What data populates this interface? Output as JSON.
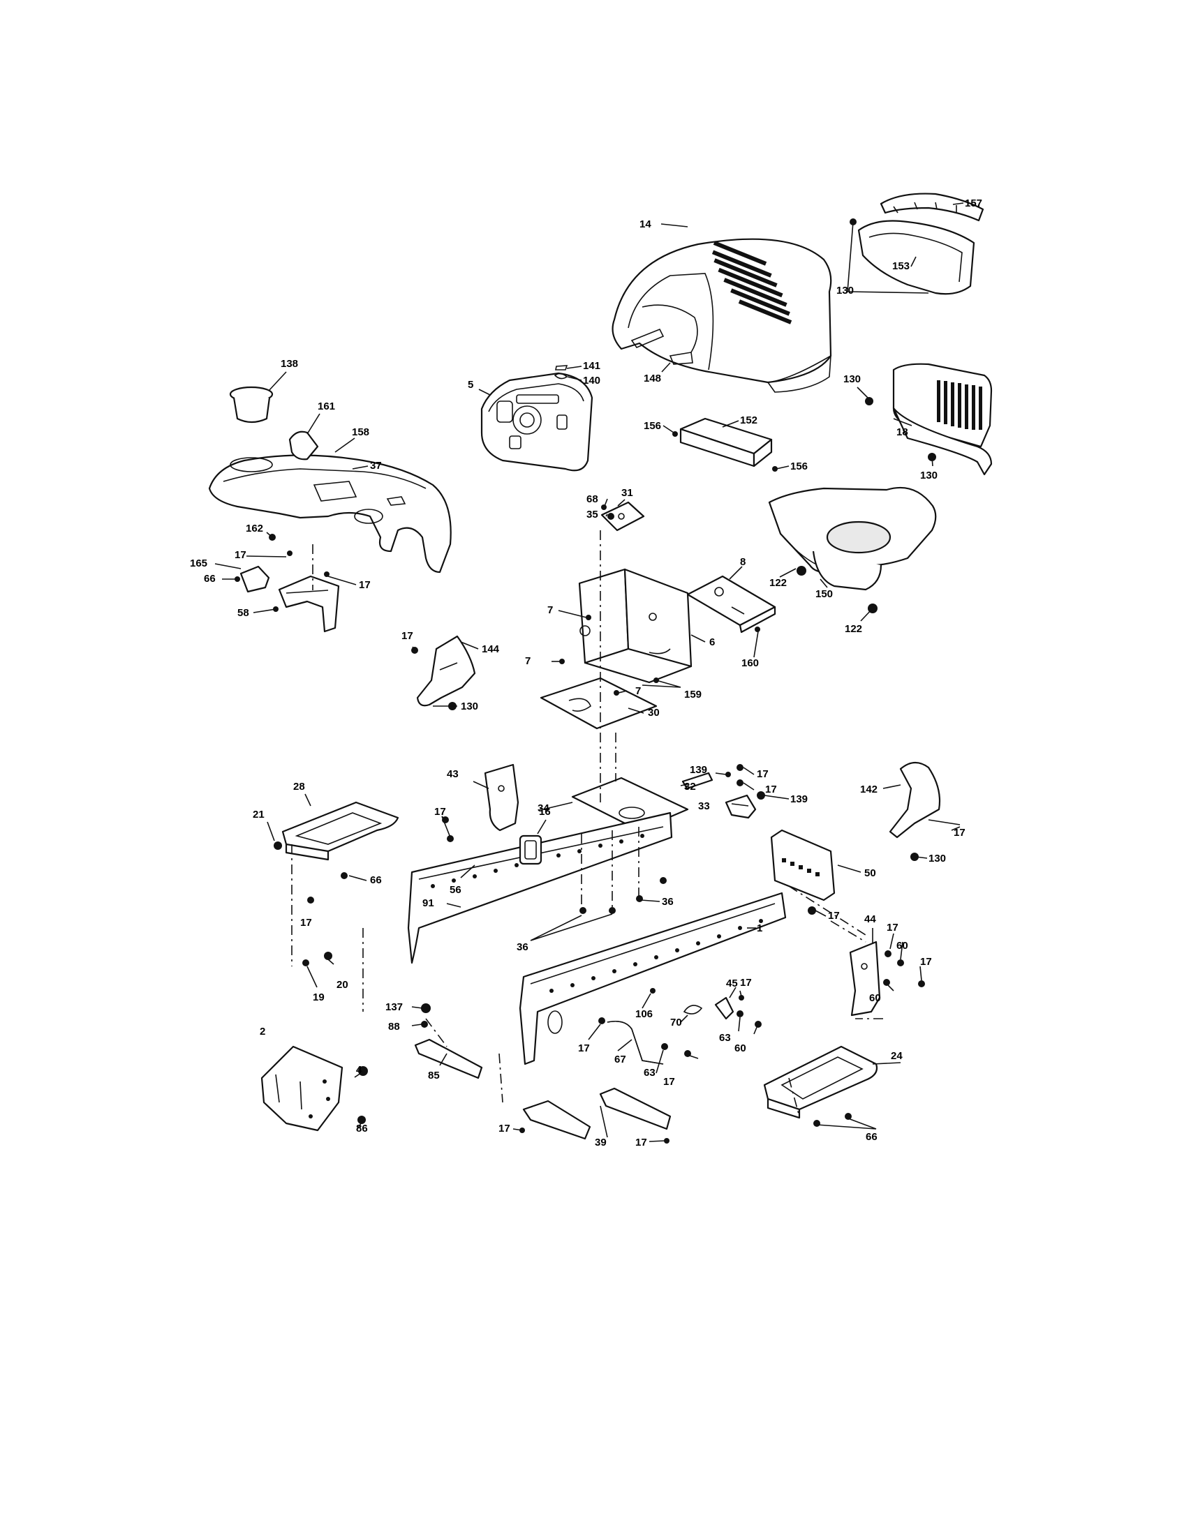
{
  "diagram": {
    "type": "exploded parts diagram",
    "callouts": [
      {
        "id": "c157",
        "text": "157"
      },
      {
        "id": "c14",
        "text": "14"
      },
      {
        "id": "c153",
        "text": "153"
      },
      {
        "id": "c130a",
        "text": "130"
      },
      {
        "id": "c138",
        "text": "138"
      },
      {
        "id": "c141",
        "text": "141"
      },
      {
        "id": "c140",
        "text": "140"
      },
      {
        "id": "c5",
        "text": "5"
      },
      {
        "id": "c148",
        "text": "148"
      },
      {
        "id": "c130b",
        "text": "130"
      },
      {
        "id": "c161",
        "text": "161"
      },
      {
        "id": "c158",
        "text": "158"
      },
      {
        "id": "c152",
        "text": "152"
      },
      {
        "id": "c156a",
        "text": "156"
      },
      {
        "id": "c18",
        "text": "18"
      },
      {
        "id": "c37",
        "text": "37"
      },
      {
        "id": "c156b",
        "text": "156"
      },
      {
        "id": "c130c",
        "text": "130"
      },
      {
        "id": "c68",
        "text": "68"
      },
      {
        "id": "c31",
        "text": "31"
      },
      {
        "id": "c35",
        "text": "35"
      },
      {
        "id": "c162",
        "text": "162"
      },
      {
        "id": "c17a",
        "text": "17"
      },
      {
        "id": "c165",
        "text": "165"
      },
      {
        "id": "c66a",
        "text": "66"
      },
      {
        "id": "c17b",
        "text": "17"
      },
      {
        "id": "c8",
        "text": "8"
      },
      {
        "id": "c122a",
        "text": "122"
      },
      {
        "id": "c150",
        "text": "150"
      },
      {
        "id": "c58",
        "text": "58"
      },
      {
        "id": "c7a",
        "text": "7"
      },
      {
        "id": "c122b",
        "text": "122"
      },
      {
        "id": "c17c",
        "text": "17"
      },
      {
        "id": "c144",
        "text": "144"
      },
      {
        "id": "c6",
        "text": "6"
      },
      {
        "id": "c160",
        "text": "160"
      },
      {
        "id": "c7b",
        "text": "7"
      },
      {
        "id": "c159",
        "text": "159"
      },
      {
        "id": "c7c",
        "text": "7"
      },
      {
        "id": "c130d",
        "text": "130"
      },
      {
        "id": "c30",
        "text": "30"
      },
      {
        "id": "c139a",
        "text": "139"
      },
      {
        "id": "c17d",
        "text": "17"
      },
      {
        "id": "c43",
        "text": "43"
      },
      {
        "id": "c32",
        "text": "32"
      },
      {
        "id": "c17e",
        "text": "17"
      },
      {
        "id": "c34",
        "text": "34"
      },
      {
        "id": "c33",
        "text": "33"
      },
      {
        "id": "c139b",
        "text": "139"
      },
      {
        "id": "c142",
        "text": "142"
      },
      {
        "id": "c28",
        "text": "28"
      },
      {
        "id": "c16",
        "text": "16"
      },
      {
        "id": "c21",
        "text": "21"
      },
      {
        "id": "c17f",
        "text": "17"
      },
      {
        "id": "c17g",
        "text": "17"
      },
      {
        "id": "c56",
        "text": "56"
      },
      {
        "id": "c66b",
        "text": "66"
      },
      {
        "id": "c130e",
        "text": "130"
      },
      {
        "id": "c50",
        "text": "50"
      },
      {
        "id": "c91",
        "text": "91"
      },
      {
        "id": "c36a",
        "text": "36"
      },
      {
        "id": "c17h",
        "text": "17"
      },
      {
        "id": "c17i",
        "text": "17"
      },
      {
        "id": "c44",
        "text": "44"
      },
      {
        "id": "c17j",
        "text": "17"
      },
      {
        "id": "c1",
        "text": "1"
      },
      {
        "id": "c60a",
        "text": "60"
      },
      {
        "id": "c36b",
        "text": "36"
      },
      {
        "id": "c20",
        "text": "20"
      },
      {
        "id": "c17k",
        "text": "17"
      },
      {
        "id": "c45",
        "text": "45"
      },
      {
        "id": "c17l",
        "text": "17"
      },
      {
        "id": "c19",
        "text": "19"
      },
      {
        "id": "c60b",
        "text": "60"
      },
      {
        "id": "c137",
        "text": "137"
      },
      {
        "id": "c106",
        "text": "106"
      },
      {
        "id": "c70",
        "text": "70"
      },
      {
        "id": "c2",
        "text": "2"
      },
      {
        "id": "c88",
        "text": "88"
      },
      {
        "id": "c63a",
        "text": "63"
      },
      {
        "id": "c60c",
        "text": "60"
      },
      {
        "id": "c17m",
        "text": "17"
      },
      {
        "id": "c4",
        "text": "4"
      },
      {
        "id": "c67",
        "text": "67"
      },
      {
        "id": "c63b",
        "text": "63"
      },
      {
        "id": "c24",
        "text": "24"
      },
      {
        "id": "c17n",
        "text": "17"
      },
      {
        "id": "c85",
        "text": "85"
      },
      {
        "id": "c86",
        "text": "86"
      },
      {
        "id": "c17o",
        "text": "17"
      },
      {
        "id": "c39",
        "text": "39"
      },
      {
        "id": "c17p",
        "text": "17"
      },
      {
        "id": "c66c",
        "text": "66"
      }
    ]
  }
}
